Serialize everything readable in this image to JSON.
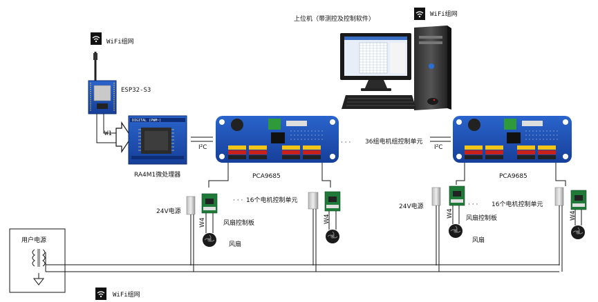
{
  "labels": {
    "host_pc": "上位机（带测控及控制软件）",
    "wifi": "WiFi组网",
    "esp32": "ESP32-S3",
    "w1": "W1",
    "mcu": "RA4M1微处理器",
    "iic": "I²C",
    "pca": "PCA9685",
    "group_units": "36组电机组控制单元",
    "motor_units": "16个电机控制单元",
    "psu_24v": "24V电源",
    "fan_board": "风扇控制板",
    "fan": "风扇",
    "w4": "W4",
    "user_power": "用户电源",
    "dots": "· · ·",
    "mcu_chip_text": "DIGITAL (PWM~)"
  },
  "colors": {
    "board_blue": "#1a4fb5",
    "pcb_green": "#1f7a3a",
    "header_red": "#c8201a",
    "header_yellow": "#f2c418",
    "monitor_dark": "#1a1a1a"
  }
}
